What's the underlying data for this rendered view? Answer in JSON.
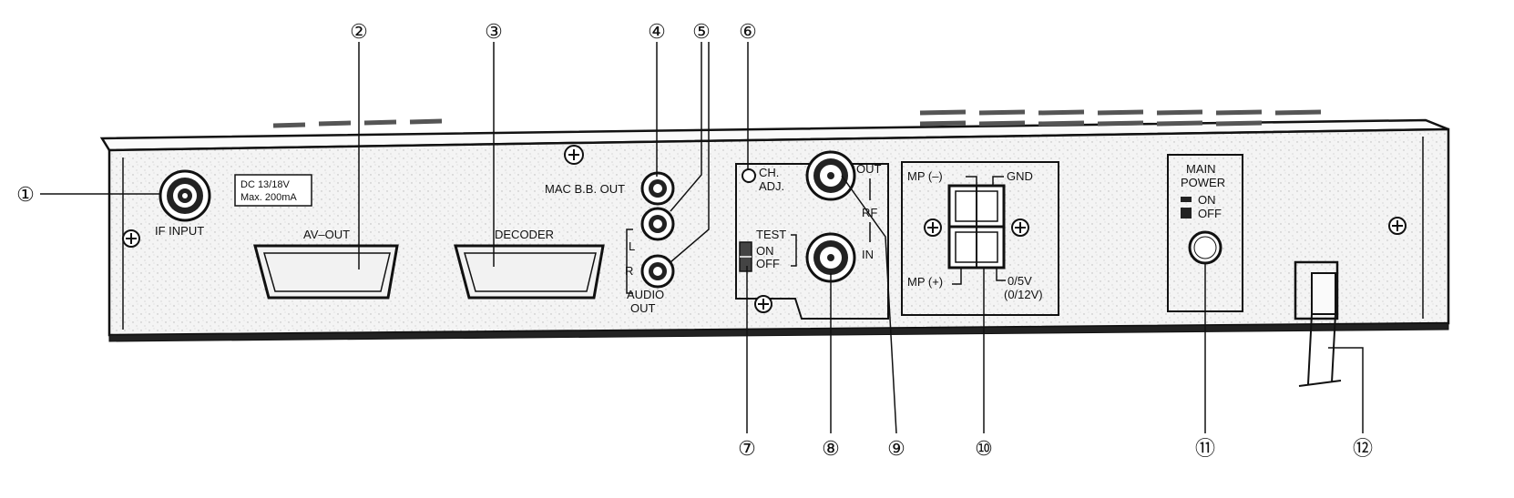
{
  "labels": {
    "dc": "DC    13/18V",
    "max": "Max. 200mA",
    "if_input": "IF INPUT",
    "av_out": "AV–OUT",
    "decoder": "DECODER",
    "mac_bb_out": "MAC B.B. OUT",
    "l": "L",
    "r": "R",
    "audio": "AUDIO",
    "out_audio": "OUT",
    "ch": "CH.",
    "adj": "ADJ.",
    "test": "TEST",
    "on_sw": "ON",
    "off_sw": "OFF",
    "rf_out": "OUT",
    "rf": "RF",
    "rf_in": "IN",
    "mp_minus": "MP (–)",
    "gnd": "GND",
    "mp_plus": "MP (+)",
    "v05": "0/5V",
    "v012": "(0/12V)",
    "main": "MAIN",
    "power": "POWER",
    "pw_on": "ON",
    "pw_off": "OFF"
  },
  "callouts": [
    "①",
    "②",
    "③",
    "④",
    "⑤",
    "⑥",
    "⑦",
    "⑧",
    "⑨",
    "⑩",
    "⑪",
    "⑫"
  ],
  "colors": {
    "line": "#111111",
    "background": "#ffffff"
  }
}
